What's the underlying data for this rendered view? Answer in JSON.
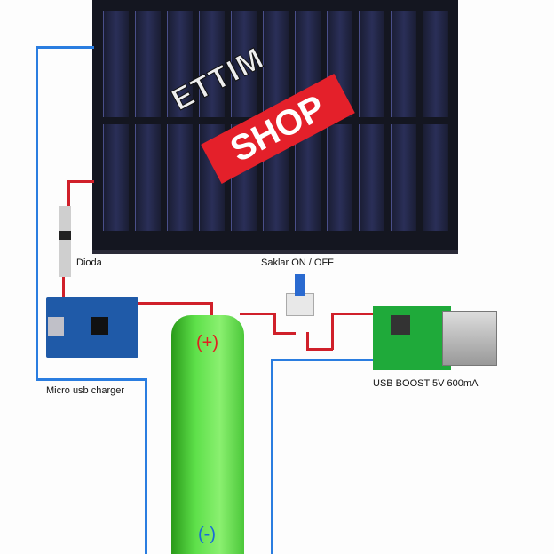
{
  "logo": {
    "top": "ETTIM",
    "main": "SHOP"
  },
  "labels": {
    "diode": "Dioda",
    "switch": "Saklar ON / OFF",
    "charger": "Micro usb charger",
    "boost": "USB BOOST 5V 600mA",
    "battery_plus": "(+)",
    "battery_minus": "(-)"
  },
  "colors": {
    "positive_wire": "#d0202a",
    "negative_wire": "#2a7de0",
    "battery": "#4cc83a"
  }
}
